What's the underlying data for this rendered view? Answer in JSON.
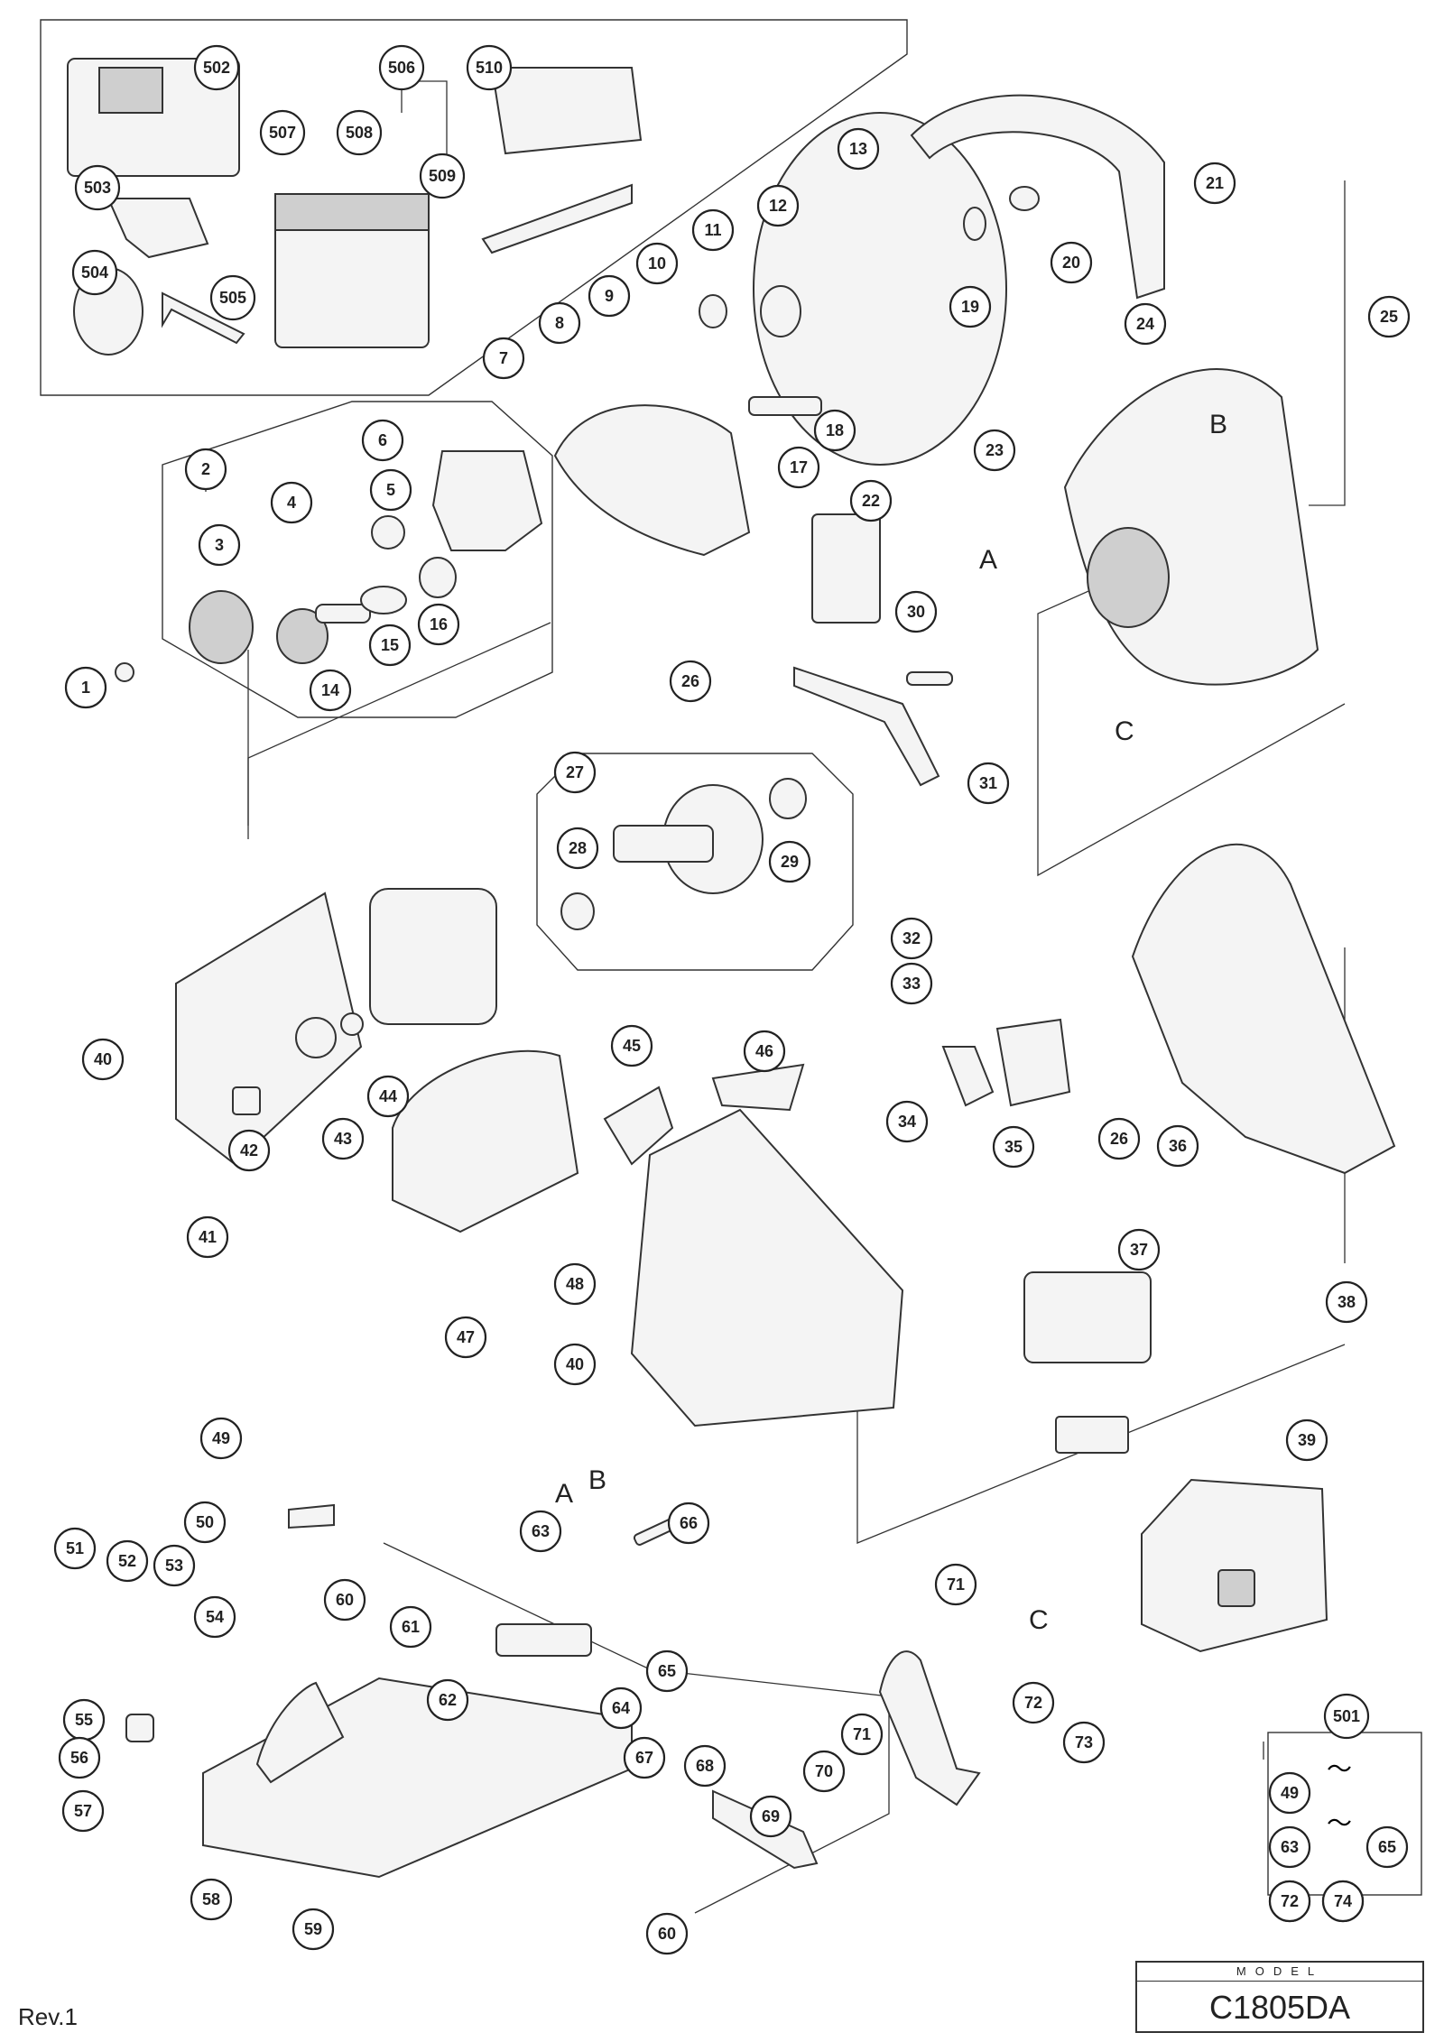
{
  "callouts": [
    "1",
    "2",
    "3",
    "4",
    "5",
    "6",
    "7",
    "8",
    "9",
    "10",
    "11",
    "12",
    "13",
    "14",
    "15",
    "16",
    "17",
    "18",
    "19",
    "20",
    "21",
    "22",
    "23",
    "24",
    "25",
    "26",
    "26",
    "27",
    "28",
    "29",
    "30",
    "31",
    "32",
    "33",
    "34",
    "35",
    "36",
    "37",
    "38",
    "39",
    "40",
    "40",
    "41",
    "42",
    "43",
    "44",
    "45",
    "46",
    "47",
    "48",
    "49",
    "49",
    "50",
    "51",
    "52",
    "53",
    "54",
    "55",
    "56",
    "57",
    "58",
    "59",
    "60",
    "60",
    "60",
    "61",
    "62",
    "63",
    "63",
    "64",
    "65",
    "65",
    "66",
    "67",
    "68",
    "69",
    "70",
    "71",
    "71",
    "72",
    "72",
    "73",
    "73",
    "74",
    "501",
    "502",
    "503",
    "504",
    "505",
    "506",
    "507",
    "508",
    "509",
    "510"
  ],
  "refs": [
    "A",
    "B",
    "C",
    "A",
    "B",
    "C"
  ],
  "kit_separator": "〜",
  "model": {
    "label": "MODEL",
    "name": "C1805DA"
  },
  "revision": "Rev.1"
}
